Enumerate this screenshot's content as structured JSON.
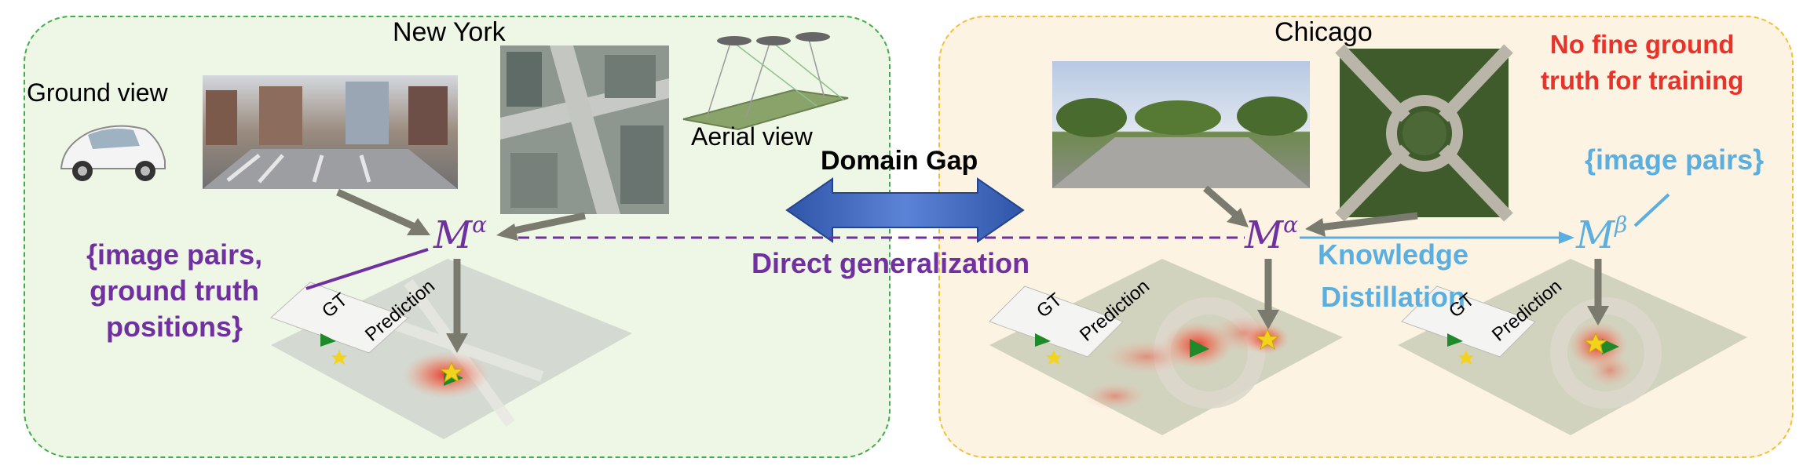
{
  "left_panel": {
    "city": "New York",
    "ground_view_label": "Ground view",
    "aerial_view_label": "Aerial  view",
    "model_symbol": "M",
    "model_superscript": "α",
    "supervision_label_lines": [
      "{image pairs,",
      "ground truth",
      "positions}"
    ],
    "map_legend": {
      "gt": "GT",
      "prediction": "Prediction"
    }
  },
  "right_panel": {
    "city": "Chicago",
    "no_gt_note_lines": [
      "No fine ground",
      "truth for training"
    ],
    "teacher_symbol": "M",
    "teacher_superscript": "α",
    "student_symbol": "M",
    "student_superscript": "β",
    "image_pairs_label": "{image pairs}",
    "distillation_label_lines": [
      "Knowledge",
      "Distillation"
    ],
    "map_legend": {
      "gt": "GT",
      "prediction": "Prediction"
    }
  },
  "center": {
    "domain_gap_label": "Domain Gap",
    "direct_generalization_label": "Direct generalization"
  },
  "colors": {
    "left_panel_border": "#3fae49",
    "right_panel_border": "#f2c033",
    "purple": "#7030a0",
    "blue": "#5aaee0",
    "red": "#e8332a",
    "arrow_gray": "#7a7a6e",
    "domain_gap_arrow": "#3a5fb3"
  }
}
